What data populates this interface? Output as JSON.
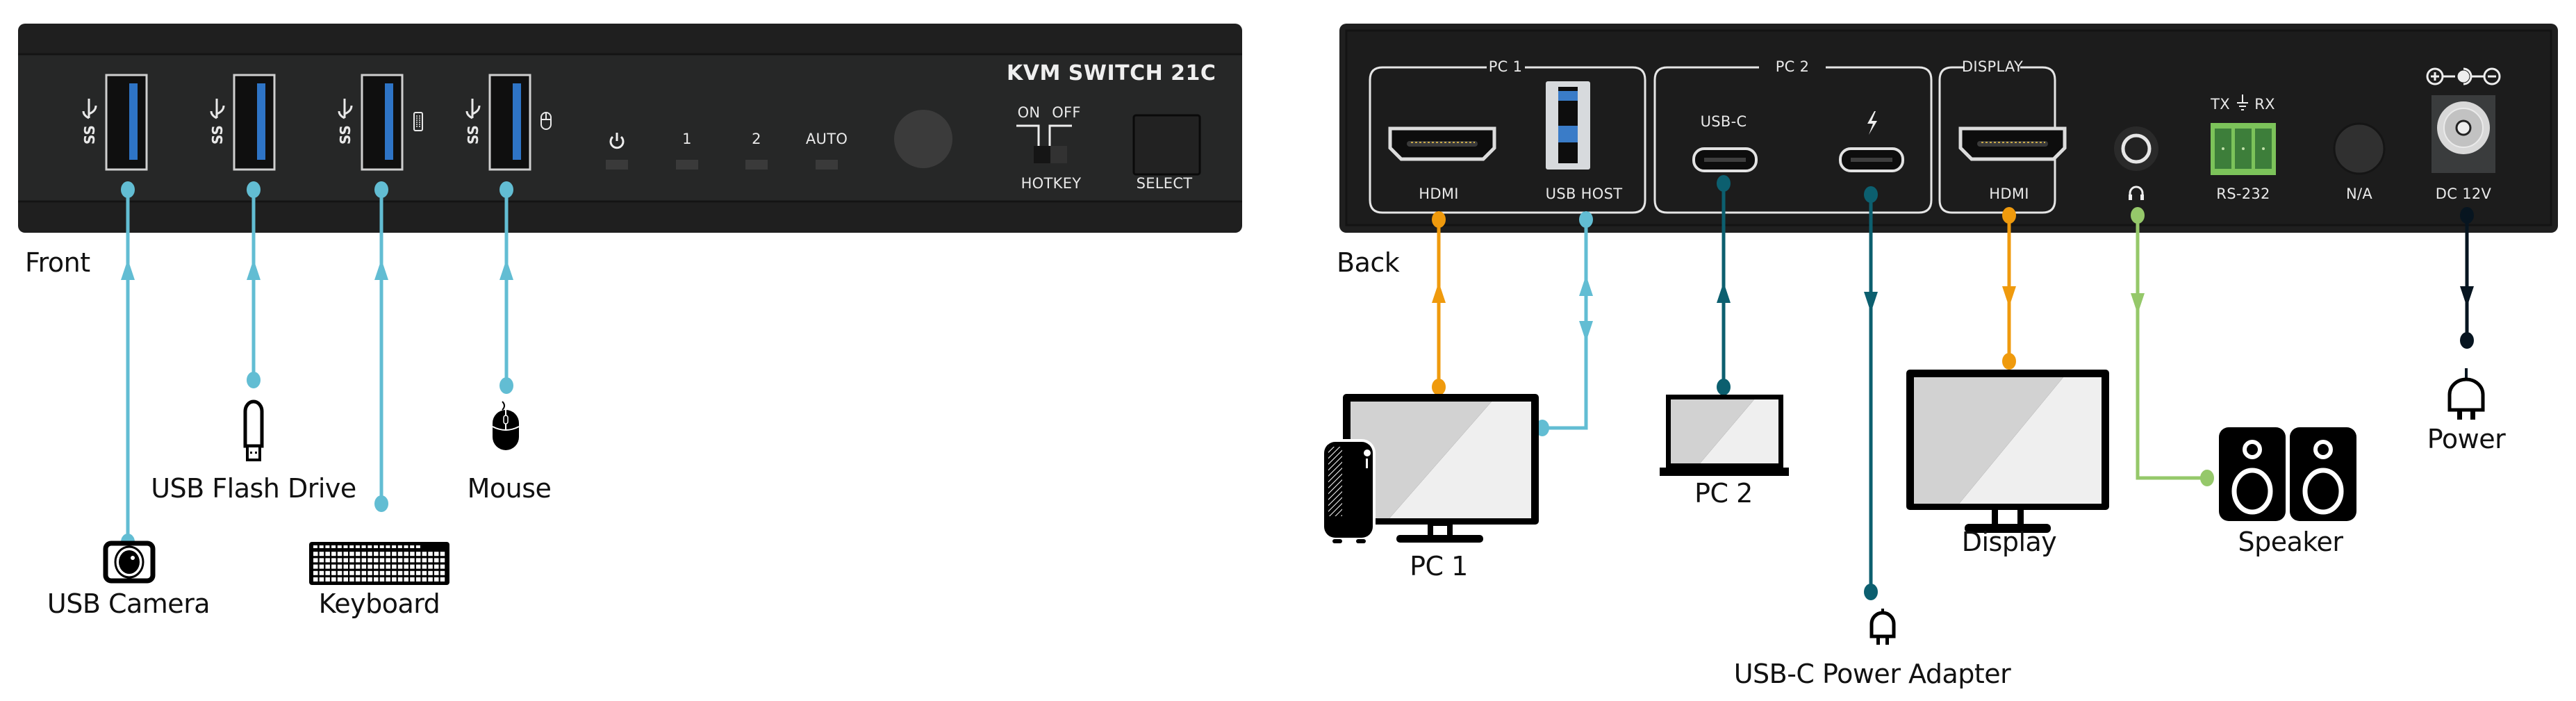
{
  "diagram": {
    "title": "KVM Switch 21C connection diagram",
    "colors": {
      "usb": "#62bdd3",
      "hdmi": "#ef9a0d",
      "usbc": "#0c5f6f",
      "audio": "#95c86a",
      "power": "#071520",
      "panel": "#1e1e1e",
      "panel_band": "#262626",
      "port_blue": "#2e74c6",
      "rs232_green": "#3f9b45"
    }
  },
  "front": {
    "side_label": "Front",
    "model_label": "KVM SWITCH 21C",
    "ports": [
      {
        "name": "USB 3.0 port 1",
        "icon": "usb-ss-icon"
      },
      {
        "name": "USB 3.0 port 2",
        "icon": "usb-ss-icon"
      },
      {
        "name": "USB 3.0 port 3 (keyboard)",
        "icon": "usb-ss-icon",
        "badge": "keyboard-icon"
      },
      {
        "name": "USB 3.0 port 4 (mouse)",
        "icon": "usb-ss-icon",
        "badge": "mouse-icon"
      }
    ],
    "leds": [
      {
        "label": "⏻",
        "icon": "power-icon"
      },
      {
        "label": "1"
      },
      {
        "label": "2"
      },
      {
        "label": "AUTO"
      }
    ],
    "hotkey": {
      "on": "ON",
      "off": "OFF",
      "label": "HOTKEY"
    },
    "select_label": "SELECT",
    "devices": [
      {
        "label": "USB Camera",
        "icon": "camera-icon",
        "direction": "to-switch"
      },
      {
        "label": "USB Flash Drive",
        "icon": "usb-flash-drive-icon",
        "direction": "to-switch"
      },
      {
        "label": "Keyboard",
        "icon": "keyboard-icon",
        "direction": "to-switch"
      },
      {
        "label": "Mouse",
        "icon": "mouse-icon",
        "direction": "to-switch"
      }
    ]
  },
  "back": {
    "side_label": "Back",
    "groups": [
      {
        "title": "PC 1",
        "ports": [
          "HDMI",
          "USB HOST"
        ]
      },
      {
        "title": "PC 2",
        "ports": [
          "USB-C",
          "⚡"
        ]
      },
      {
        "title": "DISPLAY",
        "ports": [
          "HDMI",
          "🎧"
        ]
      }
    ],
    "rs232": {
      "pins": "TX ⏚ RX",
      "pin_tx": "TX",
      "pin_rx": "RX",
      "label": "RS-232"
    },
    "na_label": "N/A",
    "dc": {
      "polarity": "⊕-●-⊖",
      "label": "DC 12V"
    },
    "devices": [
      {
        "label": "PC 1",
        "icon": "desktop-pc-icon",
        "links": [
          "HDMI (to switch)",
          "USB HOST (bidirectional)"
        ]
      },
      {
        "label": "PC 2",
        "icon": "laptop-icon",
        "links": [
          "USB-C (to switch)"
        ]
      },
      {
        "label": "USB-C Power Adapter",
        "icon": "plug-icon",
        "links": [
          "Power delivery (from switch)"
        ]
      },
      {
        "label": "Display",
        "icon": "monitor-icon",
        "links": [
          "HDMI (from switch)"
        ]
      },
      {
        "label": "Speaker",
        "icon": "speaker-icon",
        "links": [
          "Audio (from switch)"
        ]
      },
      {
        "label": "Power",
        "icon": "plug-icon",
        "links": [
          "DC 12V (to switch)"
        ]
      }
    ]
  }
}
